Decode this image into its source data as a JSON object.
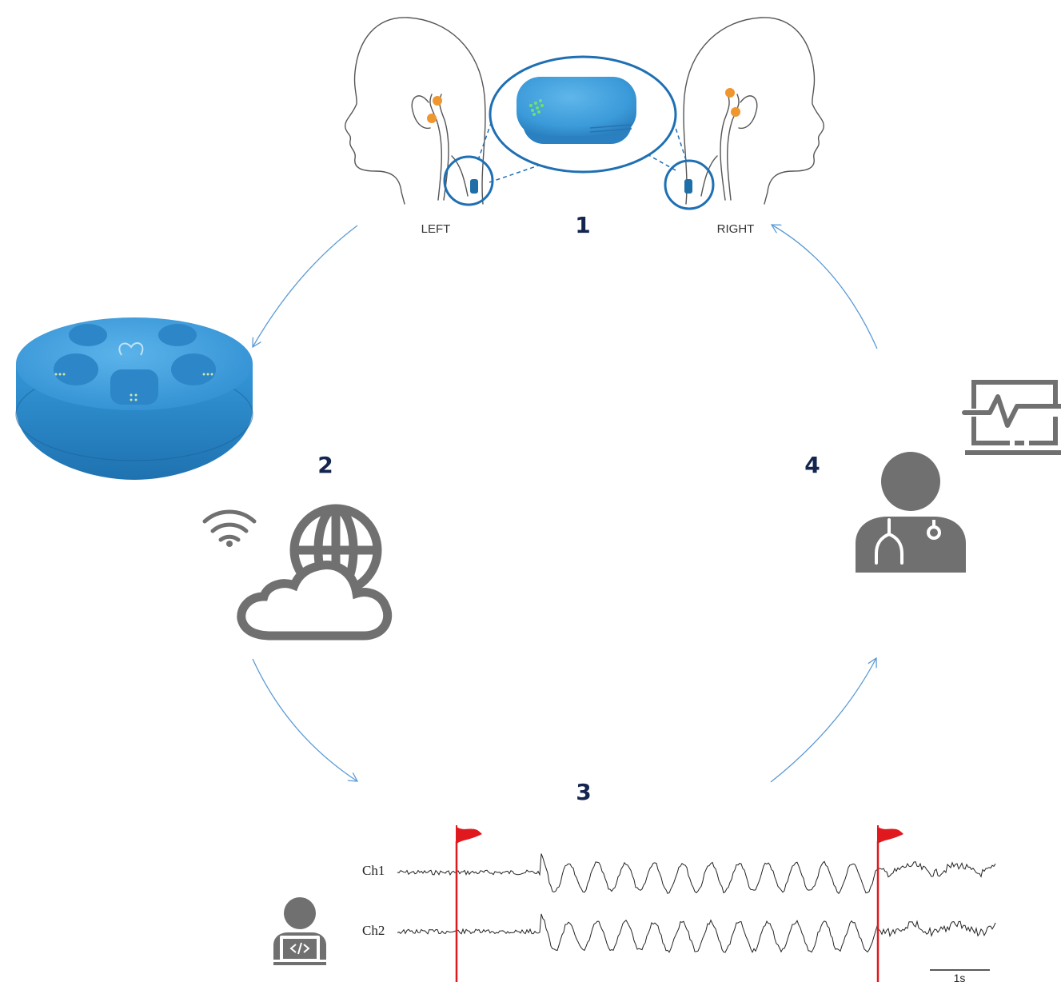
{
  "labels": {
    "left": "LEFT",
    "right": "RIGHT"
  },
  "steps": [
    "1",
    "2",
    "3",
    "4"
  ],
  "eeg": {
    "channels": [
      "Ch1",
      "Ch2"
    ],
    "scale_bar_label": "1s"
  },
  "icons": {
    "device": "wearable-eeg-sensor",
    "charger": "charging-dock",
    "wifi": "wifi-icon",
    "cloud": "cloud-globe-icon",
    "reviewer": "coder-laptop-icon",
    "doctor": "doctor-icon",
    "monitor": "heartbeat-monitor-icon",
    "flag": "flag-icon"
  },
  "colors": {
    "device_blue": "#3b9ad9",
    "arrow_blue": "#5b9bd5",
    "step_number": "#14254f",
    "marker_red": "#e0191e",
    "icon_grey": "#707070",
    "electrode_orange": "#f0962e"
  }
}
